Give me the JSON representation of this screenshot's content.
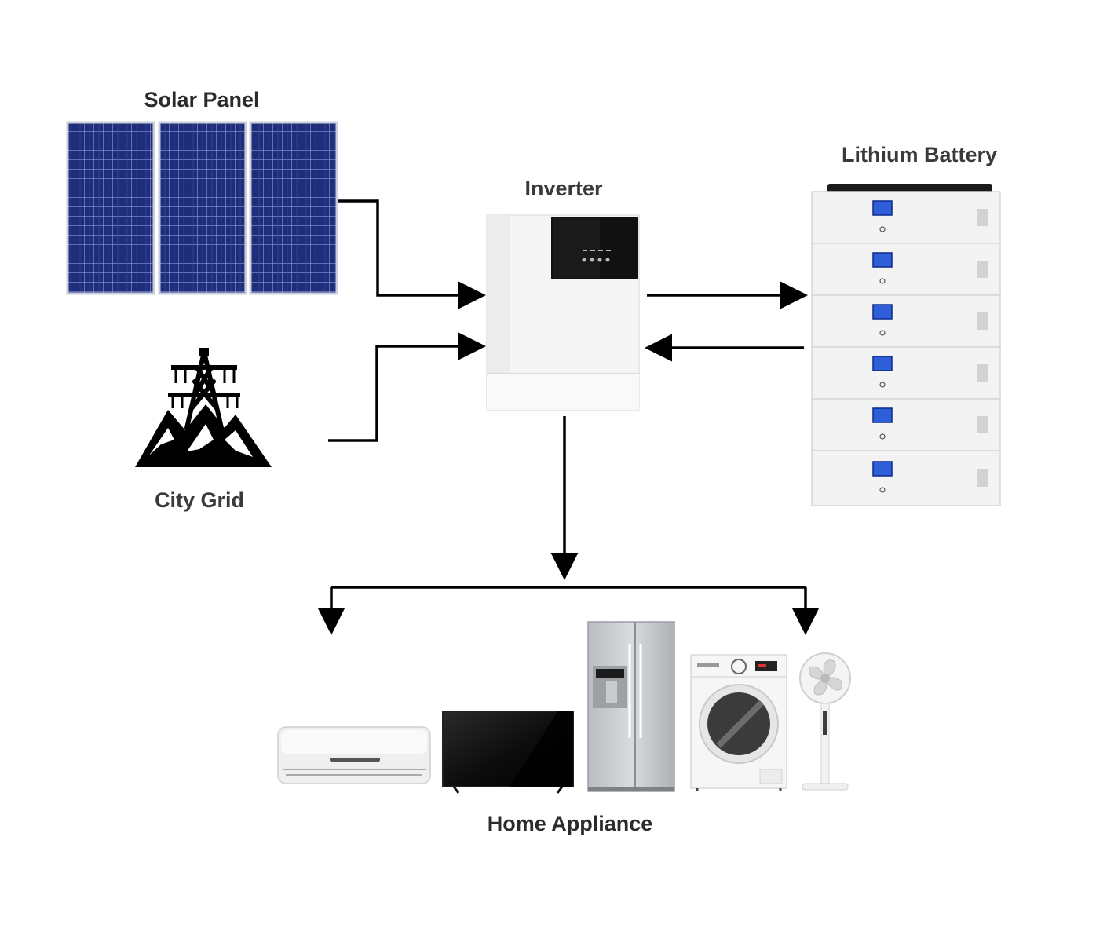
{
  "labels": {
    "solar_panel": "Solar Panel",
    "inverter": "Inverter",
    "lithium_battery": "Lithium Battery",
    "city_grid": "City Grid",
    "home_appliance": "Home Appliance"
  },
  "colors": {
    "panel_cell": "#1f2e7a",
    "panel_grid": "#8d9bd8",
    "line": "#000000",
    "device_white": "#f4f4f4",
    "battery_screen": "#2f5fd8"
  },
  "icons": [
    "solar-panel-icon",
    "transmission-tower-icon",
    "inverter-icon",
    "battery-module-icon",
    "air-conditioner-icon",
    "tv-icon",
    "refrigerator-icon",
    "washing-machine-icon",
    "fan-icon"
  ]
}
